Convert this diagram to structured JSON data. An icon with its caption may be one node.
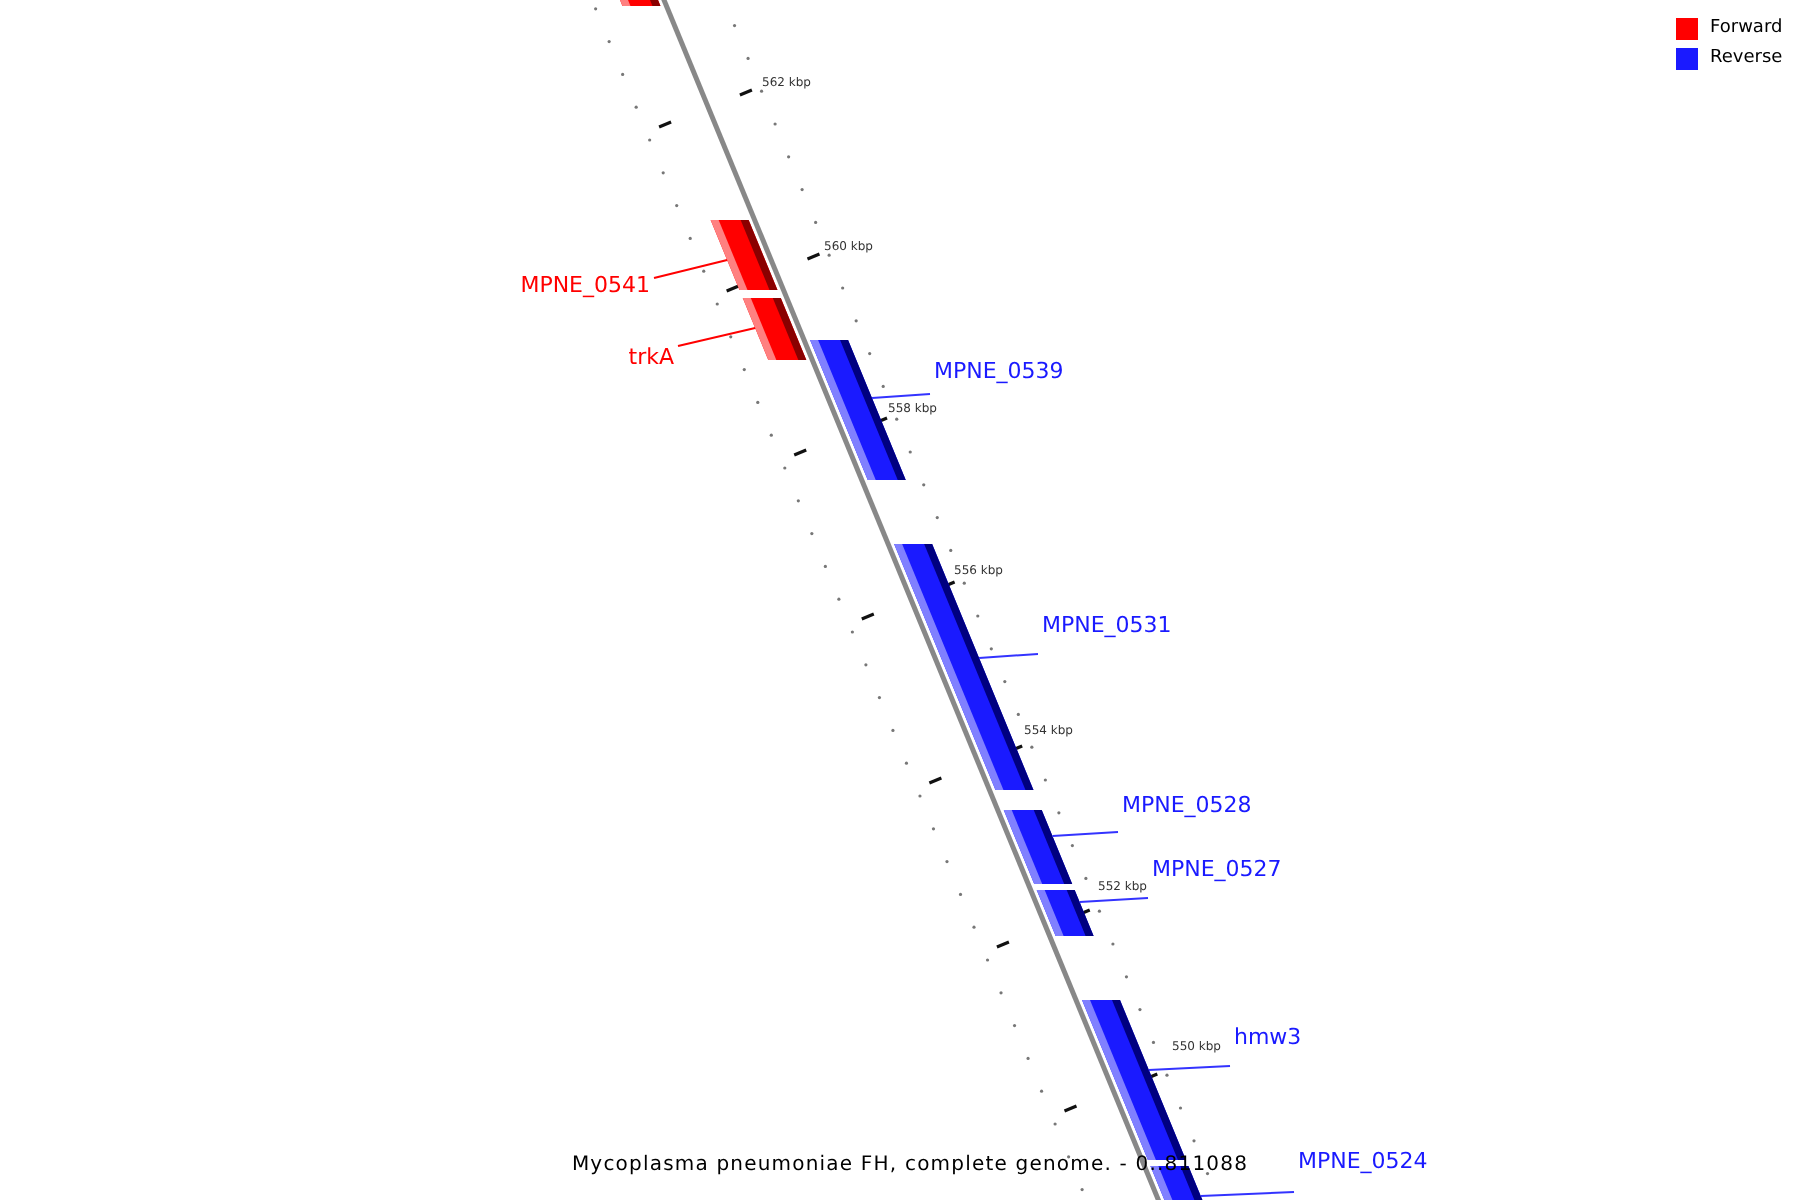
{
  "diagram": {
    "caption": "Mycoplasma pneumoniae FH, complete genome. - 0..811088",
    "nodes": [
      {
        "text": [],
        "shape": "bar"
      },
      {
        "text": [
          "MPNE_0541"
        ]
      },
      {
        "text": [],
        "shape": "bar"
      },
      {
        "text": [
          "trkA"
        ]
      },
      {
        "text": [],
        "shape": "bar"
      },
      {
        "text": [
          "MPNE_0539"
        ]
      },
      {
        "text": [],
        "shape": "bar"
      },
      {
        "text": [
          "MPNE_0531"
        ]
      },
      {
        "text": [],
        "shape": "bar"
      },
      {
        "text": [
          "MPNE_0528"
        ]
      },
      {
        "text": [],
        "shape": "bar"
      },
      {
        "text": [
          "MPNE_0527"
        ]
      },
      {
        "text": [],
        "shape": "bar"
      },
      {
        "text": [
          "hmw3"
        ]
      },
      {
        "text": [],
        "shape": "bar"
      },
      {
        "text": [
          "MPNE_0524"
        ]
      },
      {
        "text": [],
        "shape": "bar"
      }
    ],
    "edges": [
      {
        "from": 1,
        "to": 2,
        "arrow": "none",
        "color": "#ff0000"
      },
      {
        "from": 3,
        "to": 4,
        "arrow": "none",
        "color": "#ff0000"
      },
      {
        "from": 5,
        "to": 6,
        "arrow": "none"
      },
      {
        "from": 7,
        "to": 8,
        "arrow": "none"
      },
      {
        "from": 9,
        "to": 10,
        "arrow": "none"
      },
      {
        "from": 11,
        "to": 12,
        "arrow": "none"
      },
      {
        "from": 13,
        "to": 14,
        "arrow": "none"
      },
      {
        "from": 15,
        "to": 16,
        "arrow": "none"
      }
    ],
    "labels": [
      "562 kbp",
      "560 kbp",
      "558 kbp",
      "556 kbp",
      "554 kbp",
      "552 kbp",
      "550 kbp"
    ],
    "legend": [
      {
        "text": "Forward",
        "color": "#ff0000"
      },
      {
        "text": "Reverse",
        "color": "#1a1aff"
      }
    ]
  }
}
